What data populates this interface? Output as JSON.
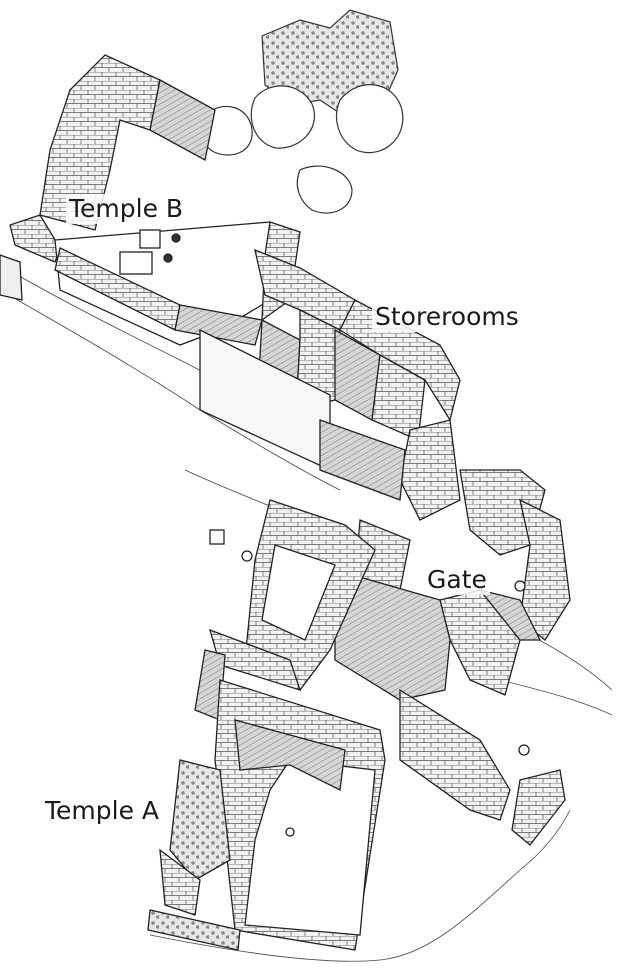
{
  "labels": {
    "temple_b": "Temple B",
    "storerooms": "Storerooms",
    "gate": "Gate",
    "temple_a": "Temple A"
  },
  "colors": {
    "ink": "#222222",
    "wall_fill": "#f4f4f4",
    "shade": "#cfcfcf",
    "dark_shade": "#9a9a9a",
    "ground": "#ffffff"
  }
}
